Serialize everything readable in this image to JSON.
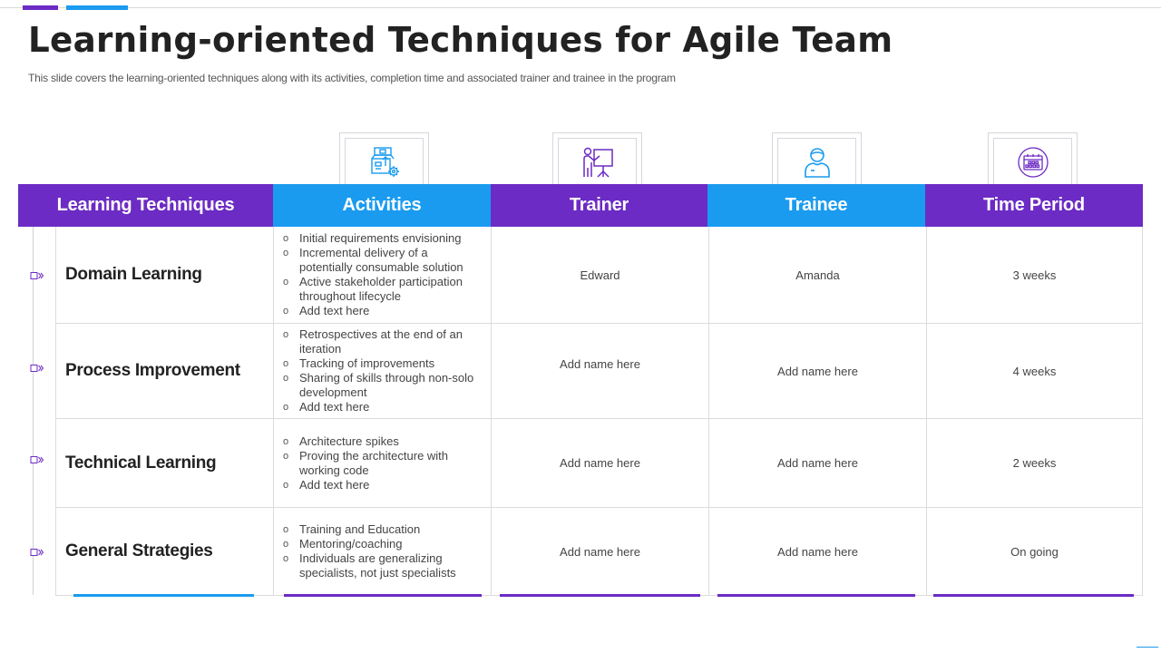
{
  "slide": {
    "title": "Learning-oriented Techniques for Agile Team",
    "subtitle": "This slide covers the learning-oriented techniques along with its activities, completion time and associated trainer and trainee in the program",
    "colors": {
      "purple": "#6c2bc4",
      "blue": "#1a9bef",
      "text": "#222222",
      "muted": "#444444",
      "border": "#dcdcdc"
    }
  },
  "icons": [
    {
      "name": "product-delivery-gear-icon",
      "column": "Activities"
    },
    {
      "name": "presenter-whiteboard-icon",
      "column": "Trainer"
    },
    {
      "name": "person-user-icon",
      "column": "Trainee"
    },
    {
      "name": "calendar-icon",
      "column": "Time Period"
    }
  ],
  "table": {
    "headers": [
      "Learning Techniques",
      "Activities",
      "Trainer",
      "Trainee",
      "Time Period"
    ],
    "rows": [
      {
        "technique": "Domain Learning",
        "activities": [
          "Initial requirements envisioning",
          "Incremental delivery of a potentially consumable solution",
          "Active stakeholder participation throughout lifecycle",
          "Add text here"
        ],
        "trainer": "Edward",
        "trainee": "Amanda",
        "time_period": "3 weeks"
      },
      {
        "technique": "Process Improvement",
        "activities": [
          "Retrospectives at the end of an iteration",
          "Tracking of improvements",
          "Sharing of skills through non-solo development",
          "Add text here"
        ],
        "trainer": "Add name here",
        "trainee": "Add name here",
        "time_period": "4 weeks"
      },
      {
        "technique": "Technical Learning",
        "activities": [
          "Architecture spikes",
          "Proving the architecture with working code",
          "Add text here"
        ],
        "trainer": "Add name here",
        "trainee": "Add name here",
        "time_period": "2 weeks"
      },
      {
        "technique": "General Strategies",
        "activities": [
          "Training and Education",
          "Mentoring/coaching",
          "Individuals are generalizing specialists, not just specialists"
        ],
        "trainer": "Add name here",
        "trainee": "Add name here",
        "time_period": "On going"
      }
    ]
  }
}
